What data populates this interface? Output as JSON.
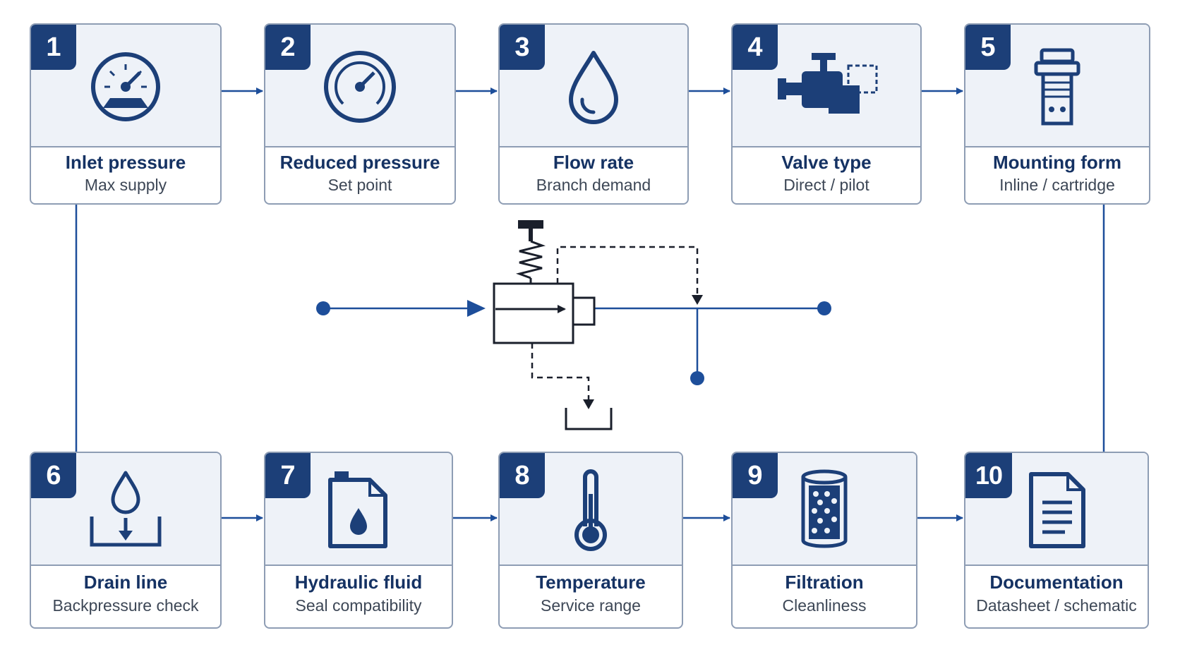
{
  "steps": [
    {
      "num": "1",
      "title": "Inlet pressure",
      "subtitle": "Max supply",
      "icon": "gauge-icon"
    },
    {
      "num": "2",
      "title": "Reduced pressure",
      "subtitle": "Set point",
      "icon": "gauge-icon"
    },
    {
      "num": "3",
      "title": "Flow rate",
      "subtitle": "Branch demand",
      "icon": "droplet-icon"
    },
    {
      "num": "4",
      "title": "Valve type",
      "subtitle": "Direct / pilot",
      "icon": "valve-icon"
    },
    {
      "num": "5",
      "title": "Mounting form",
      "subtitle": "Inline / cartridge",
      "icon": "cartridge-icon"
    },
    {
      "num": "6",
      "title": "Drain line",
      "subtitle": "Backpressure check",
      "icon": "drain-icon"
    },
    {
      "num": "7",
      "title": "Hydraulic fluid",
      "subtitle": "Seal compatibility",
      "icon": "oil-can-icon"
    },
    {
      "num": "8",
      "title": "Temperature",
      "subtitle": "Service range",
      "icon": "thermometer-icon"
    },
    {
      "num": "9",
      "title": "Filtration",
      "subtitle": "Cleanliness",
      "icon": "filter-icon"
    },
    {
      "num": "10",
      "title": "Documentation",
      "subtitle": "Datasheet / schematic",
      "icon": "document-icon"
    }
  ],
  "colors": {
    "navy": "#1c3f78",
    "line_blue": "#1d4e9a",
    "card_border": "#8e9db4",
    "card_fill": "#eef2f8",
    "schematic_ink": "#1a1f2b"
  }
}
